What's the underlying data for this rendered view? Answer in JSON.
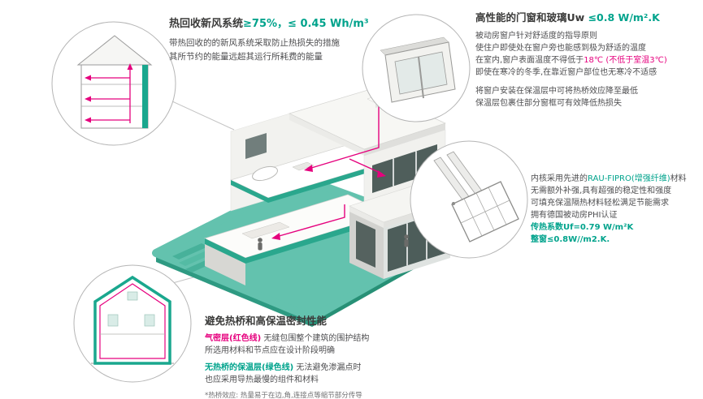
{
  "colors": {
    "teal_accent": "#00a38c",
    "red_accent": "#e6007e",
    "ground_teal": "#63c2ae",
    "dark_text": "#3b3b3a",
    "body_text": "#4e4e50"
  },
  "callout_ventilation": {
    "title_black": "热回收新风系统",
    "title_teal": "≥75%，≤ 0.45 Wh/m³",
    "line1": "带热回收的的新风系统采取防止热损失的措施",
    "line2": "其所节约的能量远超其运行所耗费的能量"
  },
  "callout_window": {
    "title_black": "高性能的门窗和玻璃Uw ",
    "title_teal": "≤0.8 W/m².K",
    "line1": "被动房窗户针对舒适度的指导原则",
    "line2": "使住户即使处在窗户旁也能感到极为舒适的温度",
    "line3_black": "在室内,窗户表面温度不得低于",
    "line3_red": "18℃ (不低于室温3℃)",
    "line4": "即使在寒冷的冬季,在靠近窗户部位也无寒冷不适感",
    "line5": "将窗户安装在保温层中可将热桥效应降至最低",
    "line6": "保温层包裹住部分窗框可有效降低热损失"
  },
  "callout_profile": {
    "line1_black_a": "内核采用先进的",
    "line1_teal": "RAU-FIPRO(增强纤维)",
    "line1_black_b": "材料",
    "line2": "无需额外补强,具有超强的稳定性和强度",
    "line3": "可填充保温隔热材料轻松满足节能需求",
    "line4": "拥有德国被动房PHI认证",
    "line5_teal": "传热系数Uf=0.79 W/m²K",
    "line6_teal": "整窗≤0.8W//m2.K."
  },
  "callout_thermal": {
    "title": "避免热桥和高保温密封性能",
    "line1_red": "气密层(红色线)",
    "line1_black": " 无缝包围整个建筑的围护结构",
    "line2": "所选用材料和节点应在设计阶段明确",
    "line3_teal": "无热桥的保温层(绿色线)",
    "line3_black": " 无法避免渗漏点时",
    "line4": "也应采用导热最慢的组件和材料",
    "footnote": "*热桥效应: 热量易于在边,角,连接点等缩节部分传导"
  }
}
